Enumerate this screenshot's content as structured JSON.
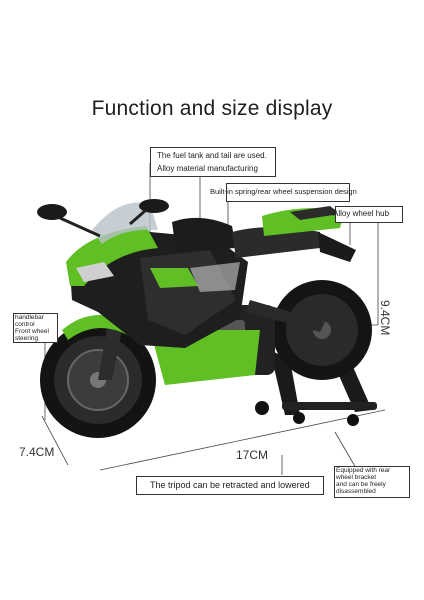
{
  "title": "Function and size display",
  "labels": {
    "fuel_tank": "The fuel tank and tail are used.",
    "alloy_material": "Alloy material manufacturing",
    "spring": "Built-in spring/rear wheel suspension design",
    "alloy_hub": "Alloy wheel hub",
    "handlebar": [
      "handlebar",
      "control",
      "Front wheel",
      "steering"
    ],
    "tripod": "The tripod can be retracted and lowered",
    "bracket": [
      "Equipped with rear",
      "wheel bracket",
      "and can be freely",
      "disassembled"
    ]
  },
  "dimensions": {
    "width": "7.4CM",
    "length": "17CM",
    "height": "9.4CM"
  },
  "colors": {
    "body_green": "#5fbf24",
    "frame_black": "#1c1c1c",
    "line": "#444444"
  }
}
